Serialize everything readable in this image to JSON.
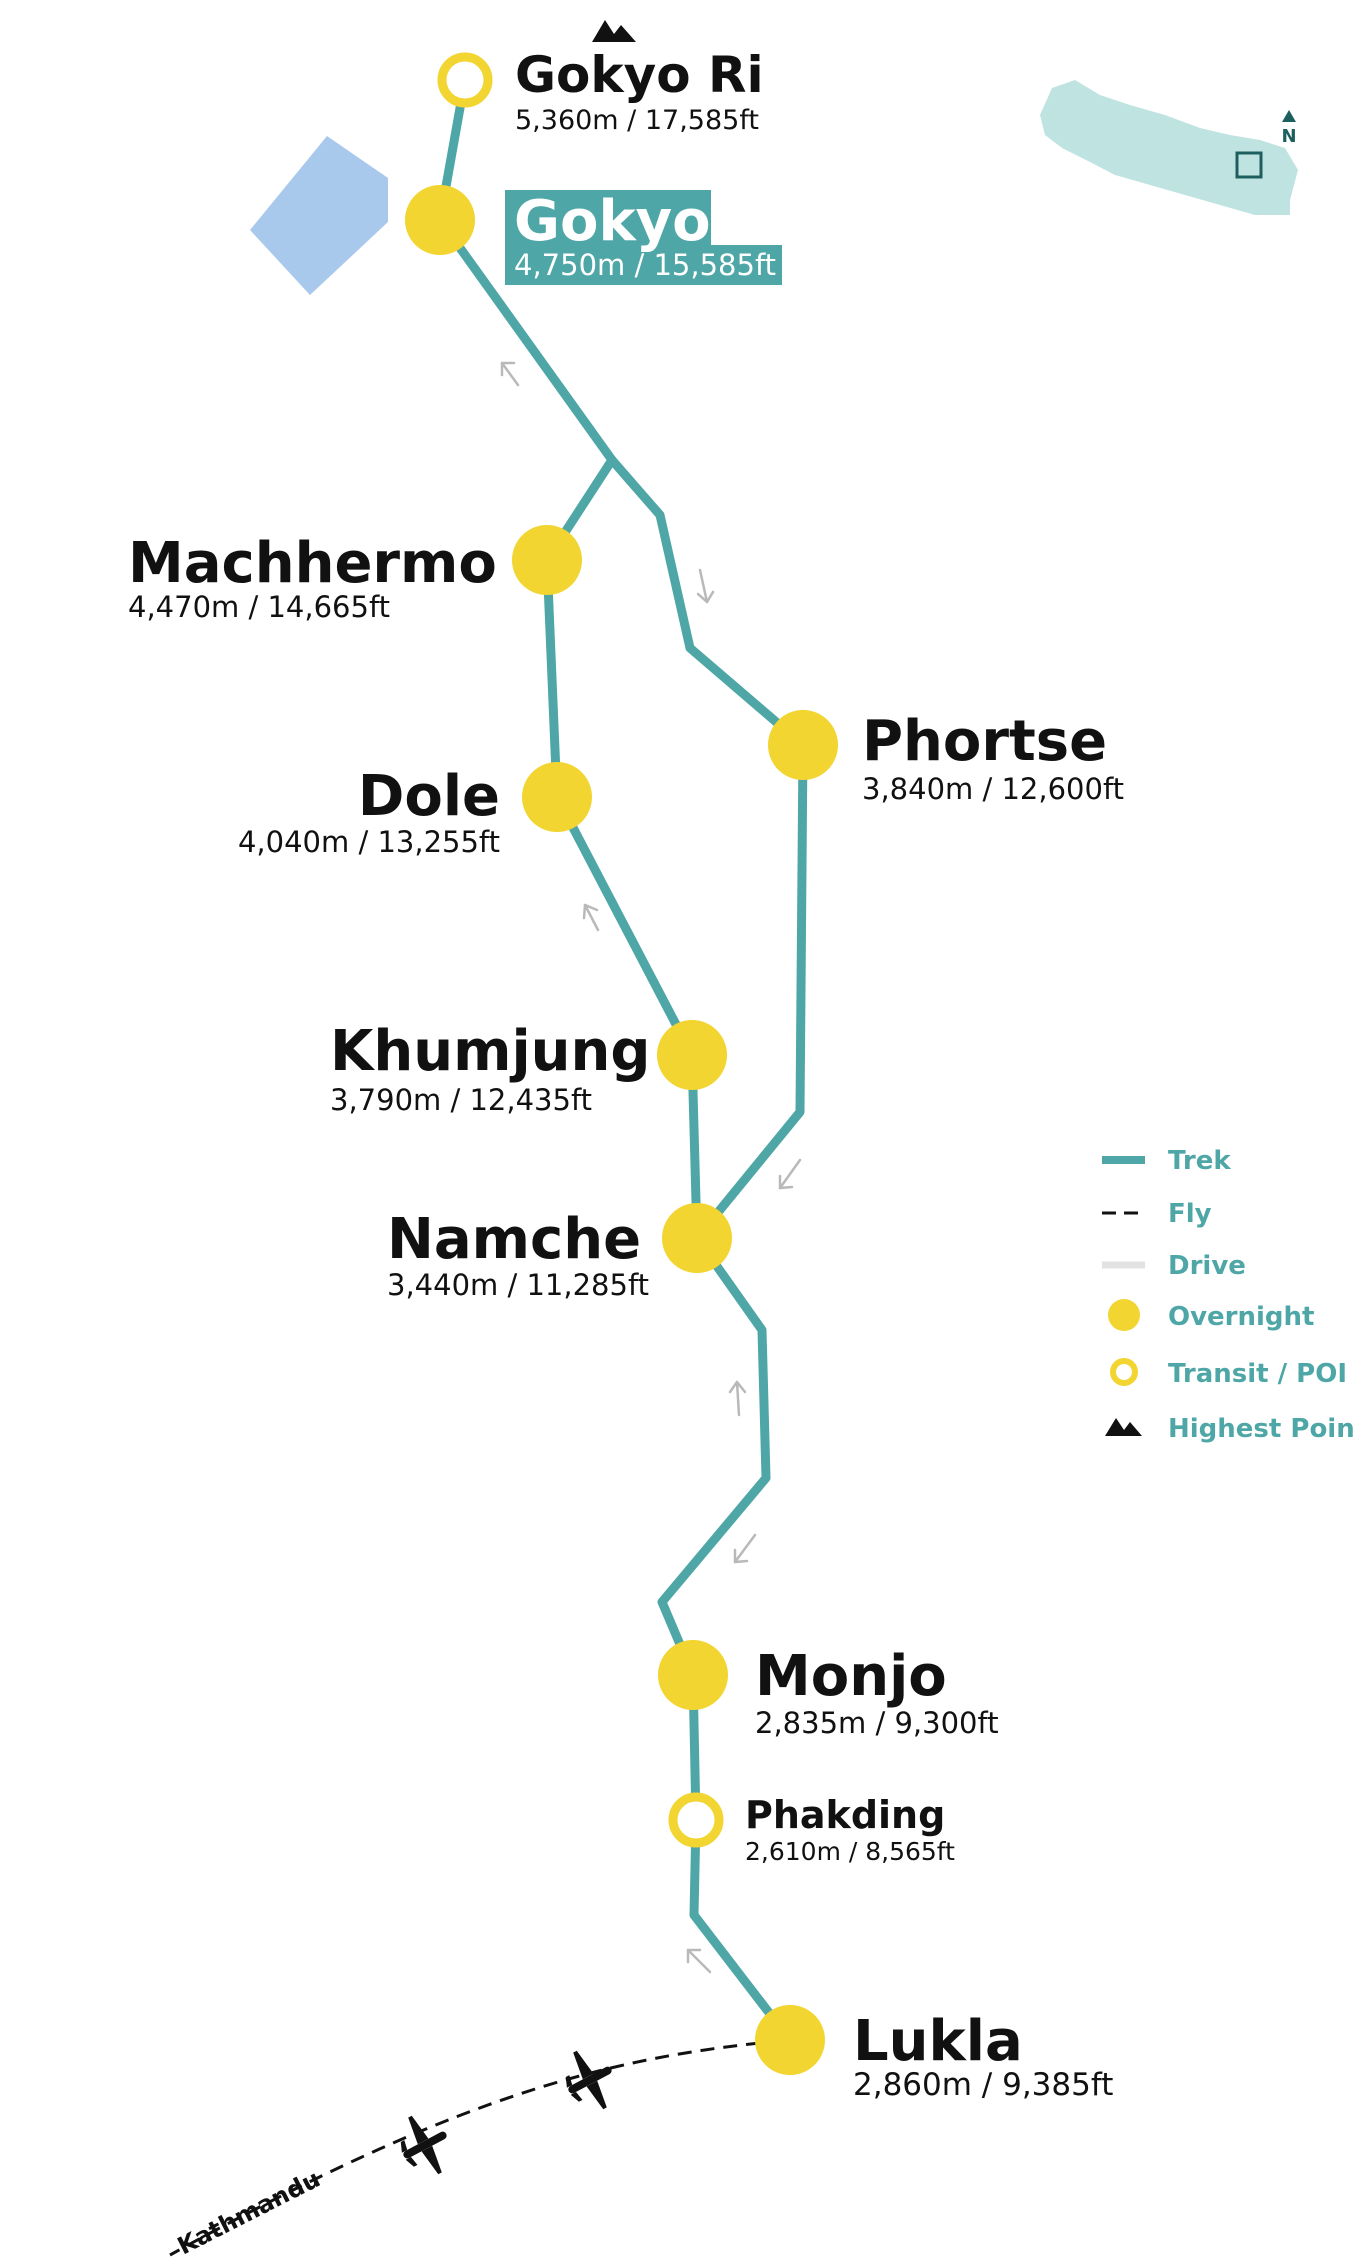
{
  "colors": {
    "trek": "#4ea7a6",
    "overnight": "#f2d530",
    "lake": "#a8c8ec",
    "country": "#bfe3e1",
    "legend_text": "#4ea7a6",
    "arrow": "#b9b9b9",
    "ink": "#111111",
    "highlight_bg": "#4ea7a6",
    "highlight_text": "#ffffff"
  },
  "stops": [
    {
      "name": "Gokyo Ri",
      "altitude": "5,360m / 17,585ft",
      "type": "transit-poi",
      "highest_point": true
    },
    {
      "name": "Gokyo",
      "altitude": "4,750m / 15,585ft",
      "type": "overnight",
      "highlighted": true
    },
    {
      "name": "Machhermo",
      "altitude": "4,470m / 14,665ft",
      "type": "overnight"
    },
    {
      "name": "Phortse",
      "altitude": "3,840m / 12,600ft",
      "type": "overnight"
    },
    {
      "name": "Dole",
      "altitude": "4,040m / 13,255ft",
      "type": "overnight"
    },
    {
      "name": "Khumjung",
      "altitude": "3,790m / 12,435ft",
      "type": "overnight"
    },
    {
      "name": "Namche",
      "altitude": "3,440m / 11,285ft",
      "type": "overnight"
    },
    {
      "name": "Monjo",
      "altitude": "2,835m / 9,300ft",
      "type": "overnight"
    },
    {
      "name": "Phakding",
      "altitude": "2,610m / 8,565ft",
      "type": "transit-poi"
    },
    {
      "name": "Lukla",
      "altitude": "2,860m / 9,385ft",
      "type": "overnight"
    }
  ],
  "flight_origin": "Kathmandu",
  "north_label": "N",
  "legend": [
    {
      "label": "Trek",
      "symbol": "trek-line"
    },
    {
      "label": "Fly",
      "symbol": "fly-dashed-line"
    },
    {
      "label": "Drive",
      "symbol": "drive-line"
    },
    {
      "label": "Overnight",
      "symbol": "overnight-dot"
    },
    {
      "label": "Transit / POI",
      "symbol": "transit-ring"
    },
    {
      "label": "Highest Point",
      "symbol": "mountain-icon"
    }
  ]
}
